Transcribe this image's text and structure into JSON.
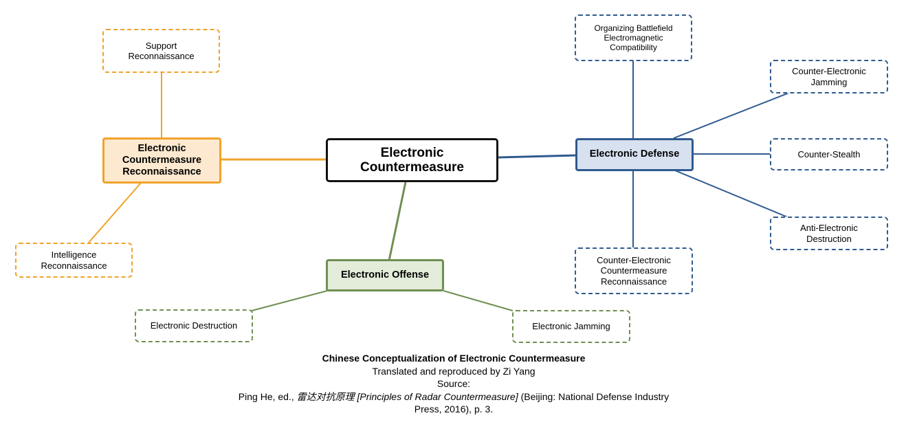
{
  "diagram": {
    "center": {
      "label_lines": [
        "Electronic",
        "Countermeasure"
      ]
    },
    "branches": {
      "reconnaissance": {
        "label_lines": [
          "Electronic",
          "Countermeasure",
          "Reconnaissance"
        ],
        "color": "#f0a22a",
        "fill": "#fde9cf",
        "children": [
          {
            "label_lines": [
              "Support",
              "Reconnaissance"
            ]
          },
          {
            "label_lines": [
              "Intelligence",
              "Reconnaissance"
            ]
          }
        ]
      },
      "defense": {
        "label_lines": [
          "Electronic Defense"
        ],
        "color": "#2f5a8f",
        "fill": "#d8e1ef",
        "children": [
          {
            "label_lines": [
              "Organizing Battlefield",
              "Electromagnetic",
              "Compatibility"
            ]
          },
          {
            "label_lines": [
              "Counter-Electronic",
              "Jamming"
            ]
          },
          {
            "label_lines": [
              "Counter-Stealth"
            ]
          },
          {
            "label_lines": [
              "Anti-Electronic",
              "Destruction"
            ]
          },
          {
            "label_lines": [
              "Counter-Electronic",
              "Countermeasure",
              "Reconnaissance"
            ]
          }
        ]
      },
      "offense": {
        "label_lines": [
          "Electronic Offense"
        ],
        "color": "#6e8f52",
        "fill": "#e3ebd9",
        "children": [
          {
            "label_lines": [
              "Electronic Destruction"
            ]
          },
          {
            "label_lines": [
              "Electronic Jamming"
            ]
          }
        ]
      }
    }
  },
  "caption": {
    "title": "Chinese Conceptualization of Electronic Countermeasure",
    "credit": "Translated and reproduced by Zi Yang",
    "source_label": "Source:",
    "citation_prefix": "Ping He, ed., ",
    "citation_italic": "雷达对抗原理 [Principles of Radar Countermeasure]",
    "citation_suffix_line1": " (Beijing: National Defense Industry",
    "citation_suffix_line2": "Press, 2016), p. 3."
  }
}
